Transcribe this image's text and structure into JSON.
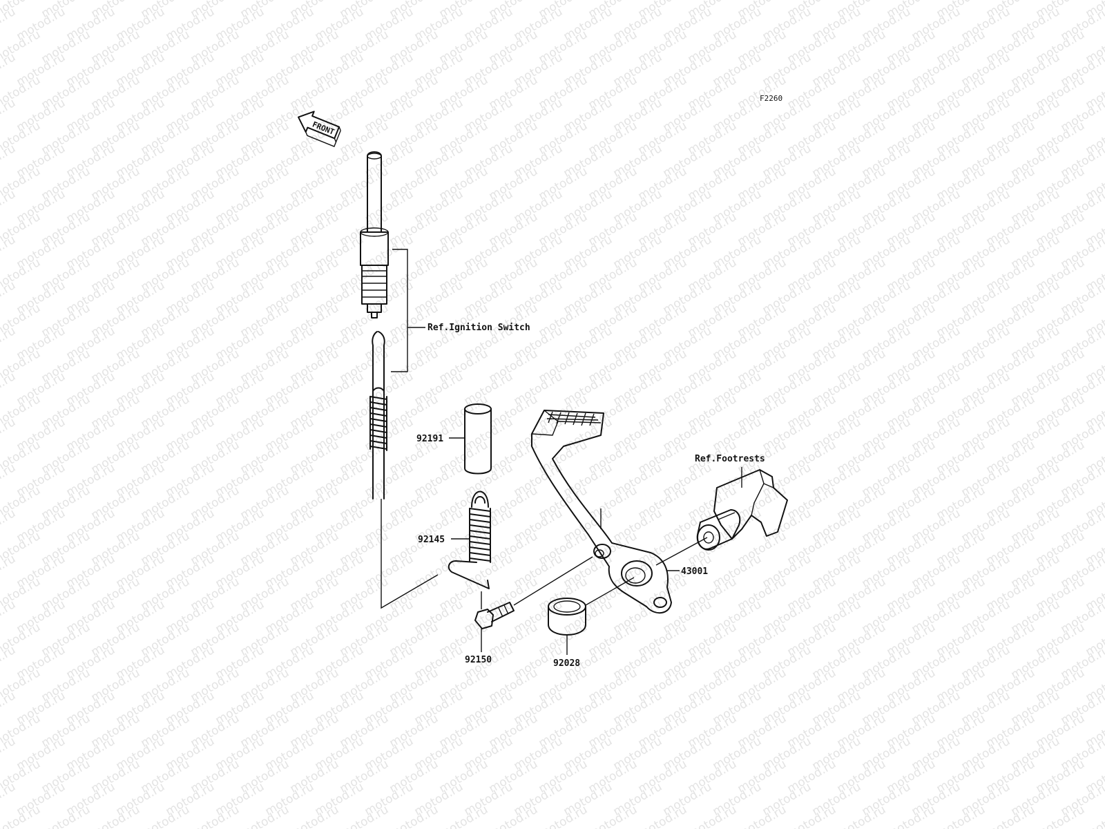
{
  "watermark": {
    "text": "motod.ru",
    "color": "#e3e3e3"
  },
  "figure_code": "F2260",
  "front_label": "FRONT",
  "references": {
    "ignition_switch": "Ref.Ignition Switch",
    "footrests": "Ref.Footrests"
  },
  "parts": {
    "p92191": "92191",
    "p92145": "92145",
    "p92150": "92150",
    "p92028": "92028",
    "p43001": "43001"
  },
  "colors": {
    "line": "#111111",
    "background": "#ffffff"
  }
}
